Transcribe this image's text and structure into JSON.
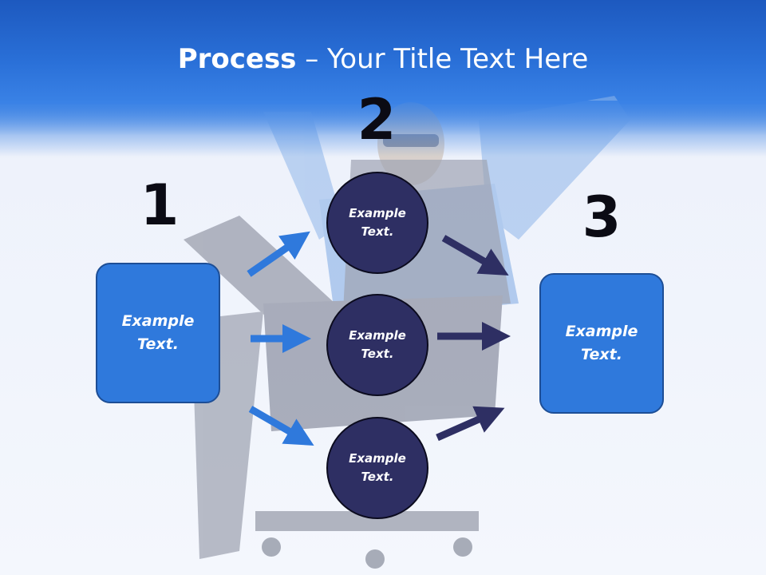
{
  "title": {
    "strong": "Process",
    "rest": " – Your Title Text Here"
  },
  "steps": {
    "one": "1",
    "two": "2",
    "three": "3"
  },
  "box_left": {
    "text": "Example Text."
  },
  "box_right": {
    "text": "Example Text."
  },
  "circles": [
    {
      "text": "Example Text."
    },
    {
      "text": "Example Text."
    },
    {
      "text": "Example Text."
    }
  ],
  "colors": {
    "header": "#1d59bf",
    "box": "#2f79dc",
    "circle": "#2e2f63",
    "arrow_left": "#2f79dc",
    "arrow_right": "#2e2f63"
  },
  "photo": "businessman-cheering-in-office-chair"
}
